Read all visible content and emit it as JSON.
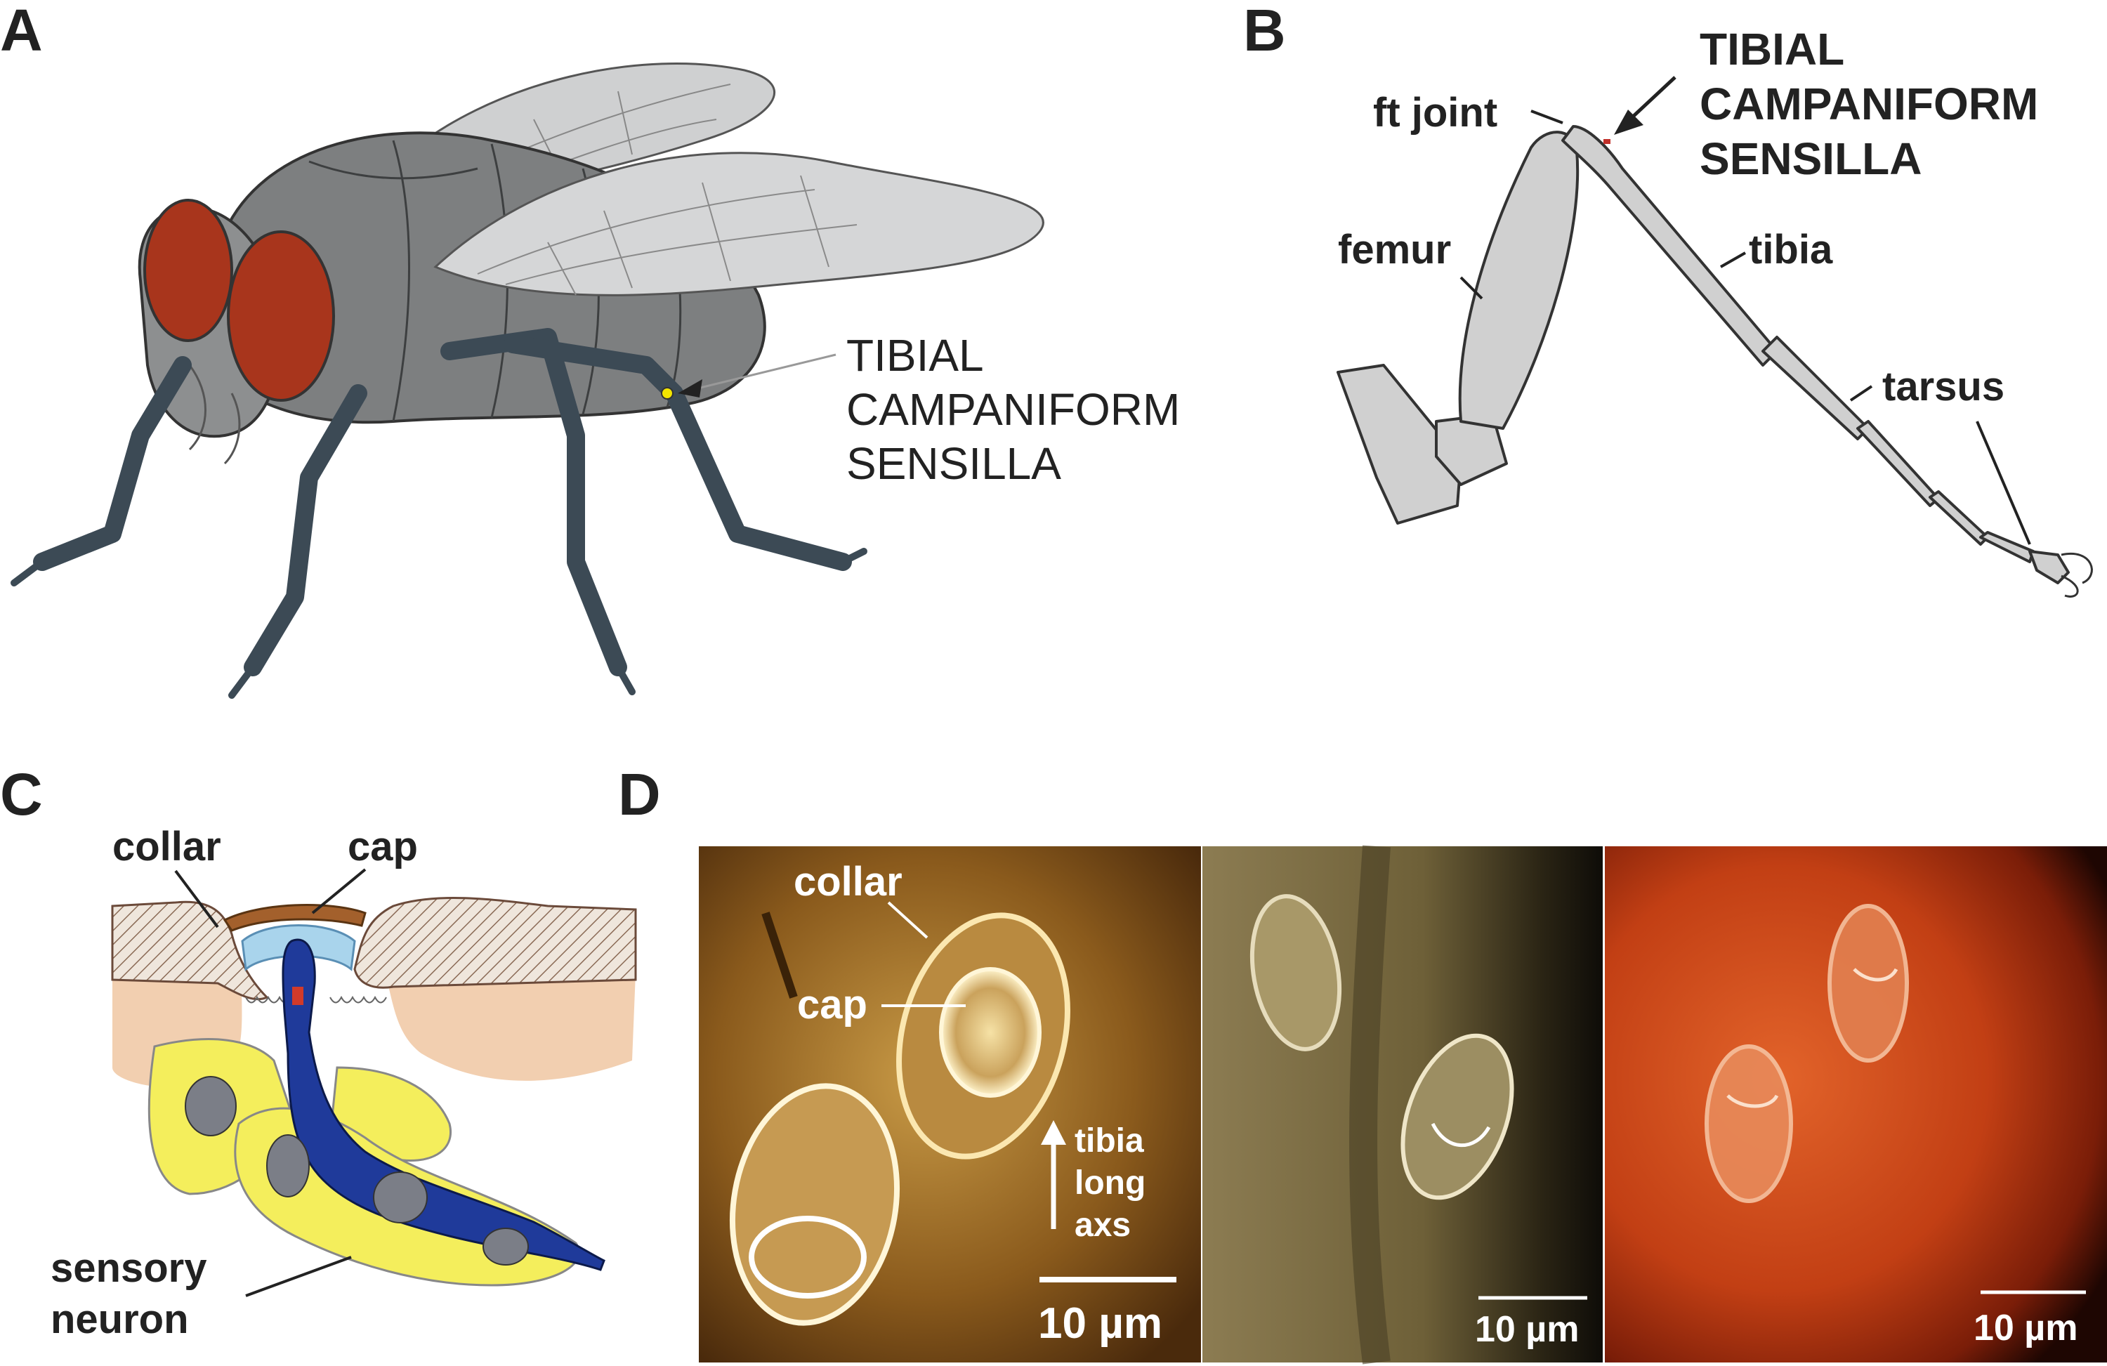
{
  "panels": {
    "a": "A",
    "b": "B",
    "c": "C",
    "d": "D"
  },
  "panel_a": {
    "callout": [
      "TIBIAL",
      "CAMPANIFORM",
      "SENSILLA"
    ]
  },
  "panel_b": {
    "callout": [
      "TIBIAL",
      "CAMPANIFORM",
      "SENSILLA"
    ],
    "ft_joint": "ft joint",
    "femur": "femur",
    "tibia": "tibia",
    "tarsus": "tarsus"
  },
  "panel_c": {
    "collar": "collar",
    "cap": "cap",
    "neuron": [
      "sensory",
      "neuron"
    ]
  },
  "panel_d": {
    "collar": "collar",
    "cap": "cap",
    "axis": [
      "tibia",
      "long",
      "axs"
    ],
    "scale_1": "10 µm",
    "scale_2": "10 µm",
    "scale_3": "10 µm"
  },
  "colors": {
    "fly_body": "#7d7f80",
    "fly_eye": "#a8351c",
    "fly_leg": "#3c4a55",
    "wing": "#d2d3d4",
    "leg_b": "#d0d0d0",
    "sensilla_dot": "#f3e600",
    "cuticle": "#f2cfb0",
    "cell_yellow": "#f4ee5c",
    "neuron_blue": "#1f3a9a",
    "nucleus": "#7b7e87",
    "cap_brown": "#a3602c"
  }
}
